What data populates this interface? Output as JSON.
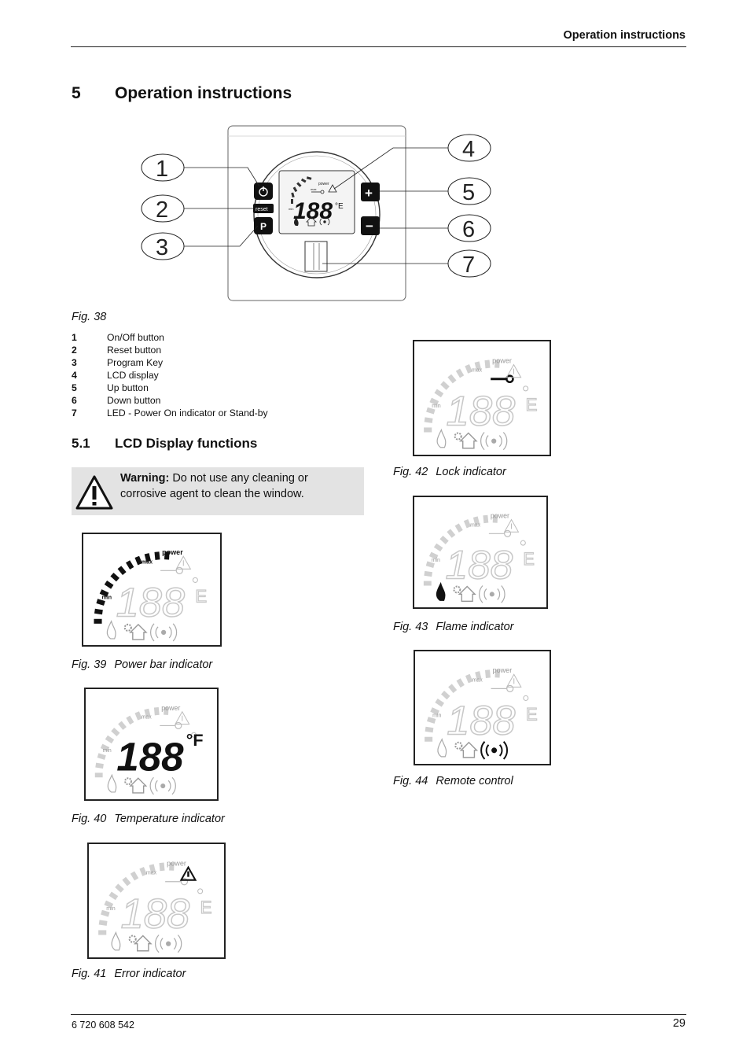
{
  "header": {
    "title": "Operation instructions"
  },
  "section": {
    "number": "5",
    "title": "Operation instructions"
  },
  "figure38": {
    "caption": "Fig. 38",
    "callouts": [
      "1",
      "2",
      "3",
      "4",
      "5",
      "6",
      "7"
    ],
    "buttons": {
      "reset_label": "reset",
      "program_label": "P",
      "up_label": "+",
      "down_label": "−"
    },
    "display": {
      "digits": "188",
      "unit": "°E",
      "power_label": "power",
      "max_label": "max",
      "min_label": "min"
    }
  },
  "legend": [
    {
      "key": "1",
      "label": "On/Off button"
    },
    {
      "key": "2",
      "label": "Reset button"
    },
    {
      "key": "3",
      "label": "Program Key"
    },
    {
      "key": "4",
      "label": "LCD display"
    },
    {
      "key": "5",
      "label": "Up button"
    },
    {
      "key": "6",
      "label": "Down button"
    },
    {
      "key": "7",
      "label": "LED - Power On indicator or Stand-by"
    }
  ],
  "subsection": {
    "number": "5.1",
    "title": "LCD Display functions"
  },
  "warning": {
    "label": "Warning:",
    "text": " Do not use any cleaning or corrosive agent to clean the window."
  },
  "lcd_labels": {
    "power": "power",
    "max": "max",
    "min": "min",
    "digits": "188",
    "unit_e": "E",
    "unit_f": "°F"
  },
  "figures": [
    {
      "num": "Fig. 39",
      "title": "Power bar indicator"
    },
    {
      "num": "Fig. 40",
      "title": "Temperature indicator"
    },
    {
      "num": "Fig. 41",
      "title": "Error indicator"
    },
    {
      "num": "Fig. 42",
      "title": "Lock indicator"
    },
    {
      "num": "Fig. 43",
      "title": "Flame indicator"
    },
    {
      "num": "Fig. 44",
      "title": "Remote control"
    }
  ],
  "footer": {
    "doc_number": "6 720 608 542",
    "page": "29"
  }
}
